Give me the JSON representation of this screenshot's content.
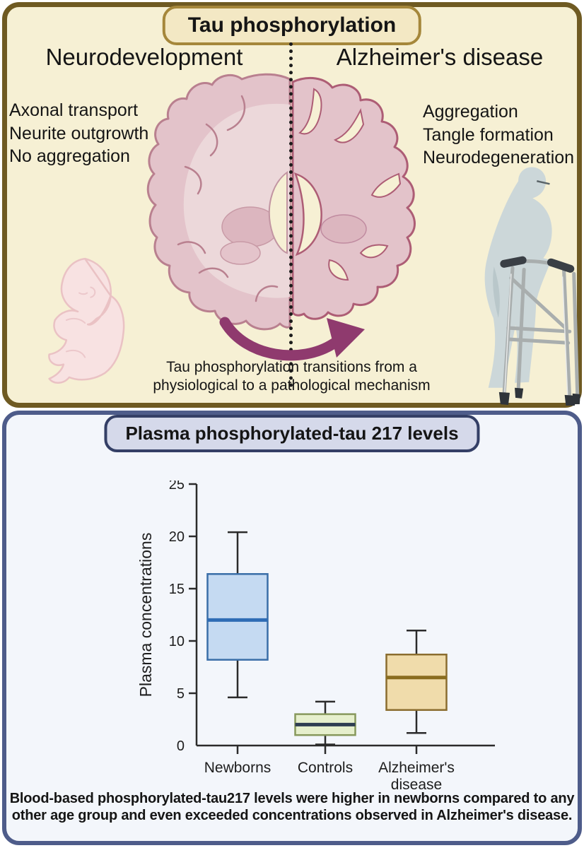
{
  "colors": {
    "text": "#151515",
    "top_panel_bg": "#f6f0d4",
    "top_panel_border": "#6f5a22",
    "top_pill_bg": "#f3e8c4",
    "top_pill_border": "#a5873b",
    "bottom_panel_bg": "#f3f6fb",
    "bottom_panel_border": "#4e5c8a",
    "bottom_pill_bg": "#d5d9ea",
    "bottom_pill_border": "#343f66",
    "arrow": "#8f3a6e",
    "brain_fill": "#e3c3ca",
    "brain_inner": "#ecd8da",
    "brain_stroke_left": "#b9808f",
    "brain_stroke_right": "#ad5d75",
    "fetus_fill": "#f8e2e2",
    "fetus_stroke": "#eac2c4",
    "elderly_fill": "#ccd7d9",
    "walker_frame": "#a9aeae",
    "walker_dark": "#3a3f45"
  },
  "top_panel": {
    "title": "Tau phosphorylation",
    "left_heading": "Neurodevelopment",
    "right_heading": "Alzheimer's disease",
    "left_items": [
      "Axonal transport",
      "Neurite outgrowth",
      "No aggregation"
    ],
    "right_items": [
      "Aggregation",
      "Tangle formation",
      "Neurodegeneration"
    ],
    "transition_caption_line1": "Tau phosphorylation transitions from a",
    "transition_caption_line2": "physiological to a pathological mechanism",
    "illustrations": [
      "fetus",
      "coronal-brain-section-healthy-vs-atrophied",
      "elderly-person-with-walker"
    ]
  },
  "bottom_panel": {
    "title": "Plasma phosphorylated-tau 217 levels",
    "caption": "Blood-based phosphorylated-tau217 levels were higher in newborns compared to any other age group and even exceeded concentrations observed in Alzheimer's disease."
  },
  "chart_data": {
    "type": "boxplot",
    "title": "Plasma phosphorylated-tau 217 levels",
    "xlabel": "",
    "ylabel": "Plasma concentrations",
    "ylim": [
      0,
      25
    ],
    "yticks": [
      0,
      5,
      10,
      15,
      20,
      25
    ],
    "grid": false,
    "legend": false,
    "categories": [
      "Newborns",
      "Controls",
      "Alzheimer's disease"
    ],
    "series": [
      {
        "name": "Newborns",
        "whisker_low": 4.6,
        "q1": 8.2,
        "median": 12.0,
        "q3": 16.4,
        "whisker_high": 20.4,
        "box_fill": "#c5daf2",
        "box_stroke": "#3a6ea8",
        "median_color": "#2f6cb5"
      },
      {
        "name": "Controls",
        "whisker_low": 0.1,
        "q1": 1.0,
        "median": 2.0,
        "q3": 3.0,
        "whisker_high": 4.2,
        "box_fill": "#e6efcd",
        "box_stroke": "#87985c",
        "median_color": "#2e3d52"
      },
      {
        "name": "Alzheimer's disease",
        "whisker_low": 1.2,
        "q1": 3.4,
        "median": 6.5,
        "q3": 8.7,
        "whisker_high": 11.0,
        "box_fill": "#f0dcab",
        "box_stroke": "#8a6d2f",
        "median_color": "#8a6d1f"
      }
    ]
  }
}
